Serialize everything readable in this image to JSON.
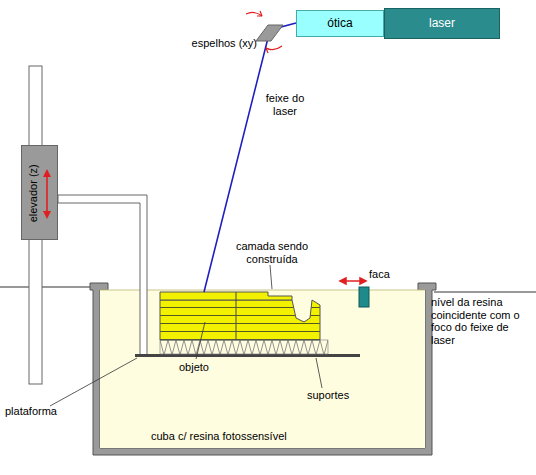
{
  "diagram": {
    "nodes": [
      {
        "text": [
          "ótica"
        ]
      },
      {
        "text": [
          "laser"
        ]
      },
      {
        "text": [
          "elevador (z)"
        ]
      }
    ],
    "labels": [
      "espelhos (xy)",
      "feixe do laser",
      "camada sendo construída",
      "faca",
      "nível da resina coincidente com o foco do feixe de laser",
      "objeto",
      "suportes",
      "plataforma",
      "cuba c/ resina fotossensível"
    ]
  }
}
